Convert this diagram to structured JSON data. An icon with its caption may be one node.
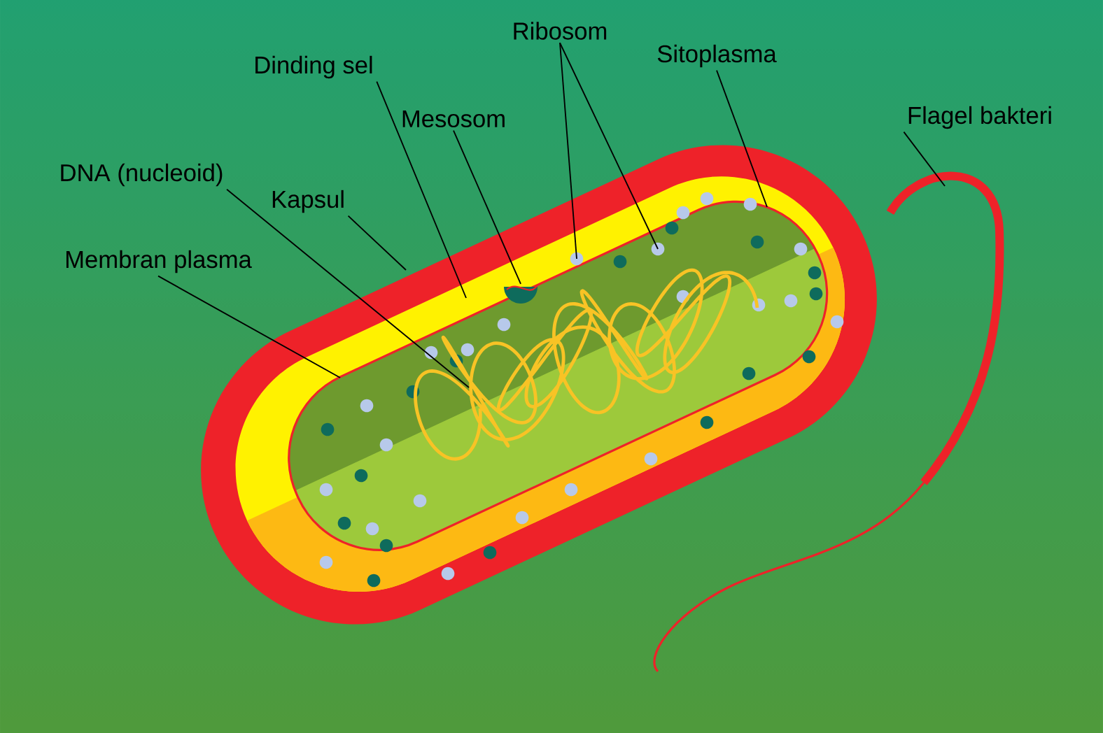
{
  "diagram": {
    "nodes": [
      {
        "text": [
          "Ribosom"
        ]
      },
      {
        "text": [
          "Sitoplasma"
        ]
      },
      {
        "text": [
          "Dinding sel"
        ]
      },
      {
        "text": [
          "Mesosom"
        ]
      },
      {
        "text": [
          "Flagel bakteri"
        ]
      },
      {
        "text": [
          "DNA (nucleoid)"
        ]
      },
      {
        "text": [
          "Kapsul"
        ]
      },
      {
        "text": [
          "Membran plasma"
        ]
      }
    ],
    "edges": [
      {
        "from": 0,
        "to": null,
        "arrow": "none"
      },
      {
        "from": 0,
        "to": null,
        "arrow": "none"
      },
      {
        "from": 1,
        "to": null,
        "arrow": "none"
      },
      {
        "from": 2,
        "to": null,
        "arrow": "none"
      },
      {
        "from": 3,
        "to": null,
        "arrow": "none"
      },
      {
        "from": 4,
        "to": null,
        "arrow": "none"
      },
      {
        "from": 5,
        "to": null,
        "arrow": "none"
      },
      {
        "from": 6,
        "to": null,
        "arrow": "none"
      },
      {
        "from": 7,
        "to": null,
        "arrow": "none"
      }
    ]
  }
}
